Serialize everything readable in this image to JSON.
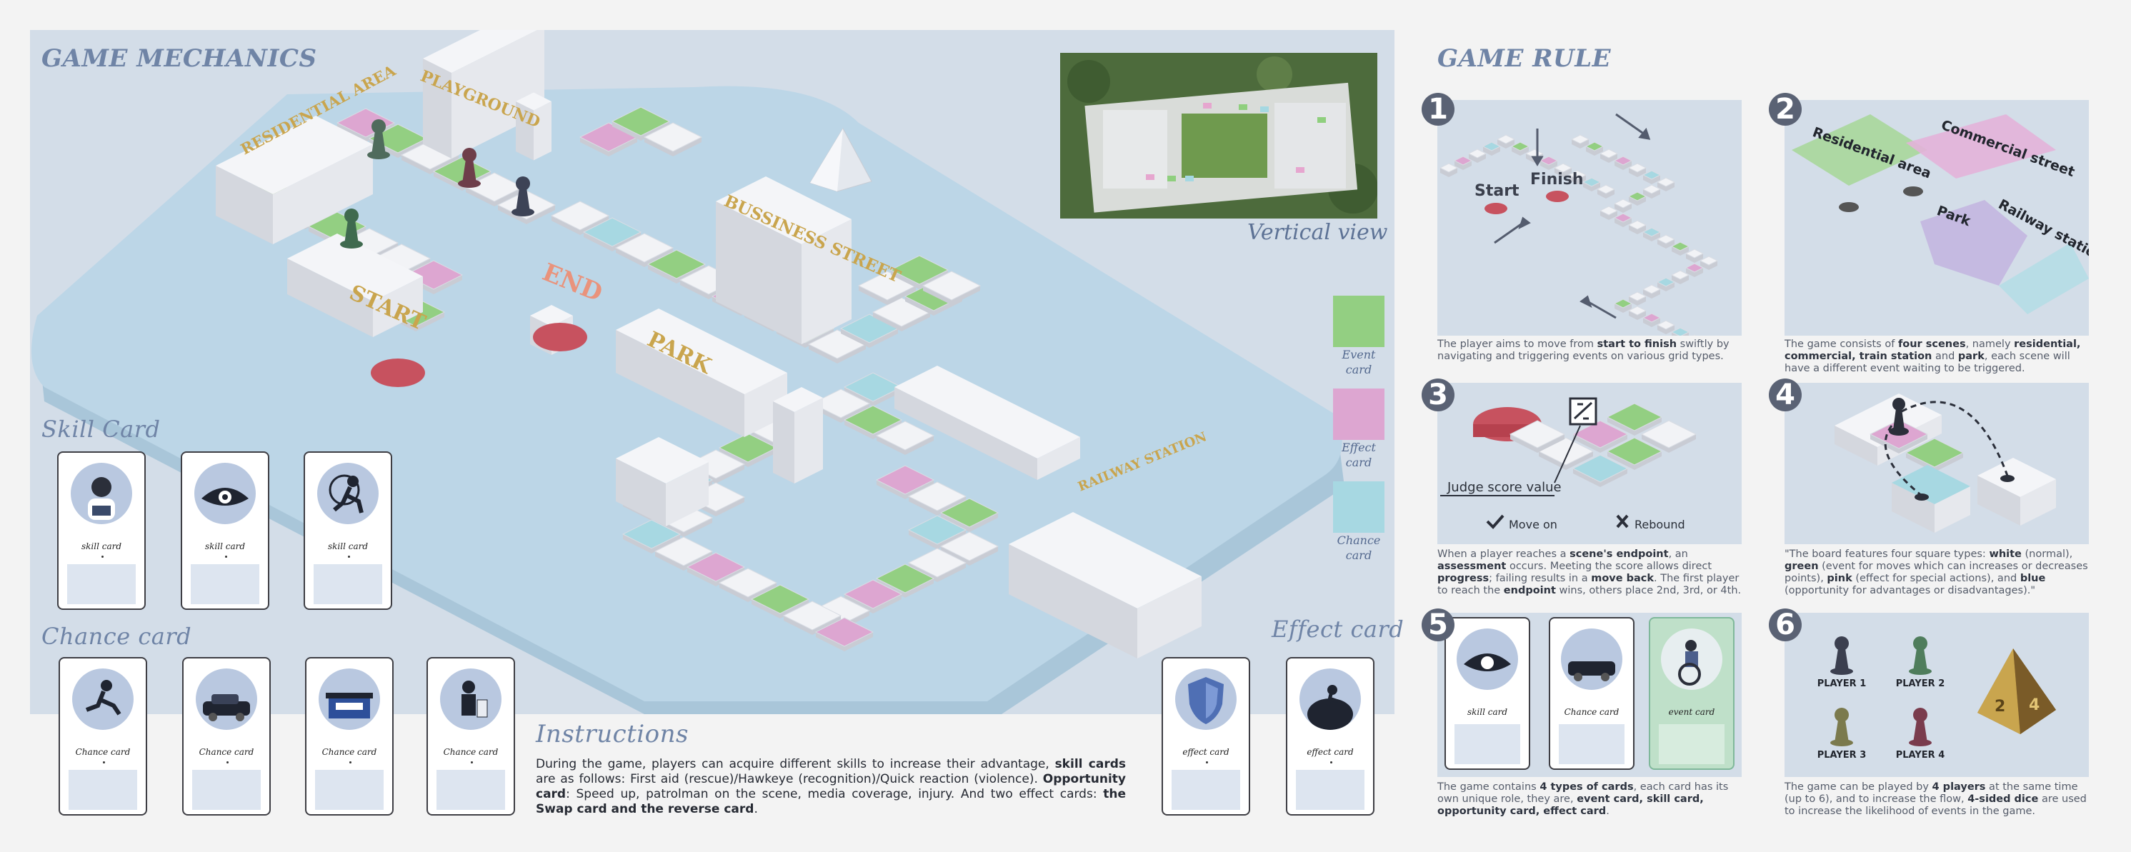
{
  "colors": {
    "event": "#93cf82",
    "effect": "#dda6d1",
    "chance": "#a7d8e2",
    "panel": "#d3dde8",
    "board": "#bcd6e7",
    "title": "#6f84a6",
    "end_pad": "#c7525f"
  },
  "mechanics": {
    "title": "GAME MECHANICS",
    "board_labels": [
      "RESIDENTIAL AREA",
      "PLAYGROUND",
      "START",
      "END",
      "BUSSINESS STREET",
      "PARK",
      "RAILWAY STATION"
    ],
    "vertical_view_label": "Vertical view",
    "legend": [
      {
        "label_1": "Event",
        "label_2": "card",
        "color": "#93cf82"
      },
      {
        "label_1": "Effect",
        "label_2": "card",
        "color": "#dda6d1"
      },
      {
        "label_1": "Chance",
        "label_2": "card",
        "color": "#a7d8e2"
      }
    ],
    "skill_title": "Skill Card",
    "skill_cards": [
      {
        "name": "skill card",
        "icon": "first-aid-person-icon"
      },
      {
        "name": "skill card",
        "icon": "hawkeye-eye-icon"
      },
      {
        "name": "skill card",
        "icon": "quick-reaction-runner-icon"
      }
    ],
    "chance_title": "Chance card",
    "chance_cards": [
      {
        "name": "Chance card",
        "icon": "runner-icon"
      },
      {
        "name": "Chance card",
        "icon": "patrol-car-icon"
      },
      {
        "name": "Chance card",
        "icon": "news-stand-icon"
      },
      {
        "name": "Chance card",
        "icon": "injury-person-icon"
      }
    ],
    "effect_title": "Effect card",
    "effect_cards": [
      {
        "name": "effect card",
        "icon": "shield-icon"
      },
      {
        "name": "effect card",
        "icon": "swap-globe-icon"
      }
    ],
    "instructions_title": "Instructions",
    "instructions_p1": "During the game, players can acquire different skills to increase their advantage, ",
    "instructions_b1": "skill cards",
    "instructions_p2": " are as follows: First aid (rescue)/Hawkeye (recognition)/Quick reaction (violence). ",
    "instructions_b2": "Opportunity card",
    "instructions_p3": ": Speed up, patrolman on the scene, media coverage, injury. And two effect cards: ",
    "instructions_b3": "the Swap card and the reverse card",
    "instructions_p4": "."
  },
  "rules": {
    "title": "GAME RULE",
    "r1": {
      "num": "1",
      "start": "Start",
      "finish": "Finish",
      "t1": "The player aims to move from ",
      "b1": "start to finish",
      "t2": " swiftly by navigating and triggering events on various grid types."
    },
    "r2": {
      "num": "2",
      "labels": [
        "Residential area",
        "Commercial street",
        "Park",
        "Railway station"
      ],
      "t1": "The game consists of ",
      "b1": "four scenes",
      "t2": ", namely ",
      "b2": "residential, commercial, train station",
      "t3": " and ",
      "b3": "park",
      "t4": ", each scene will have a different event waiting to be triggered."
    },
    "r3": {
      "num": "3",
      "judge": "Judge score value",
      "move_on": "Move on",
      "rebound": "Rebound",
      "t1": "When a player reaches a ",
      "b1": "scene's endpoint",
      "t2": ", an ",
      "b2": "assessment",
      "t3": " occurs.  Meeting the score allows direct ",
      "b3": "progress",
      "t4": ";  failing results in a ",
      "b4": "move back",
      "t5": ".  The first player to reach the ",
      "b5": "endpoint",
      "t6": " wins, others place 2nd, 3rd, or 4th."
    },
    "r4": {
      "num": "4",
      "t1": "\"The board features four square types: ",
      "b1": "white",
      "t2": " (normal), ",
      "b2": "green",
      "t3": " (event for moves which can increases or decreases points), ",
      "b3": "pink",
      "t4": " (effect for special actions), and ",
      "b4": "blue",
      "t5": " (opportunity for advantages or disadvantages).\""
    },
    "r5": {
      "num": "5",
      "cards": [
        "skill card",
        "Chance card",
        "event card"
      ],
      "t1": "The game contains ",
      "b1": "4 types of cards",
      "t2": ", each card has its own unique role, they are, ",
      "b2": "event card, skill card, opportunity card, effect card",
      "t3": "."
    },
    "r6": {
      "num": "6",
      "players": [
        {
          "label": "PLAYER 1",
          "color": "#3b3f4f"
        },
        {
          "label": "PLAYER 2",
          "color": "#4f7d5c"
        },
        {
          "label": "PLAYER 3",
          "color": "#7b7a4d"
        },
        {
          "label": "PLAYER 4",
          "color": "#7a3c4d"
        }
      ],
      "t1": "The game can be played by ",
      "b1": "4 players",
      "t2": " at the same time (up to 6), and to increase the flow, ",
      "b2": "4-sided dice",
      "t3": " are used to increase the likelihood of events in the game."
    }
  }
}
